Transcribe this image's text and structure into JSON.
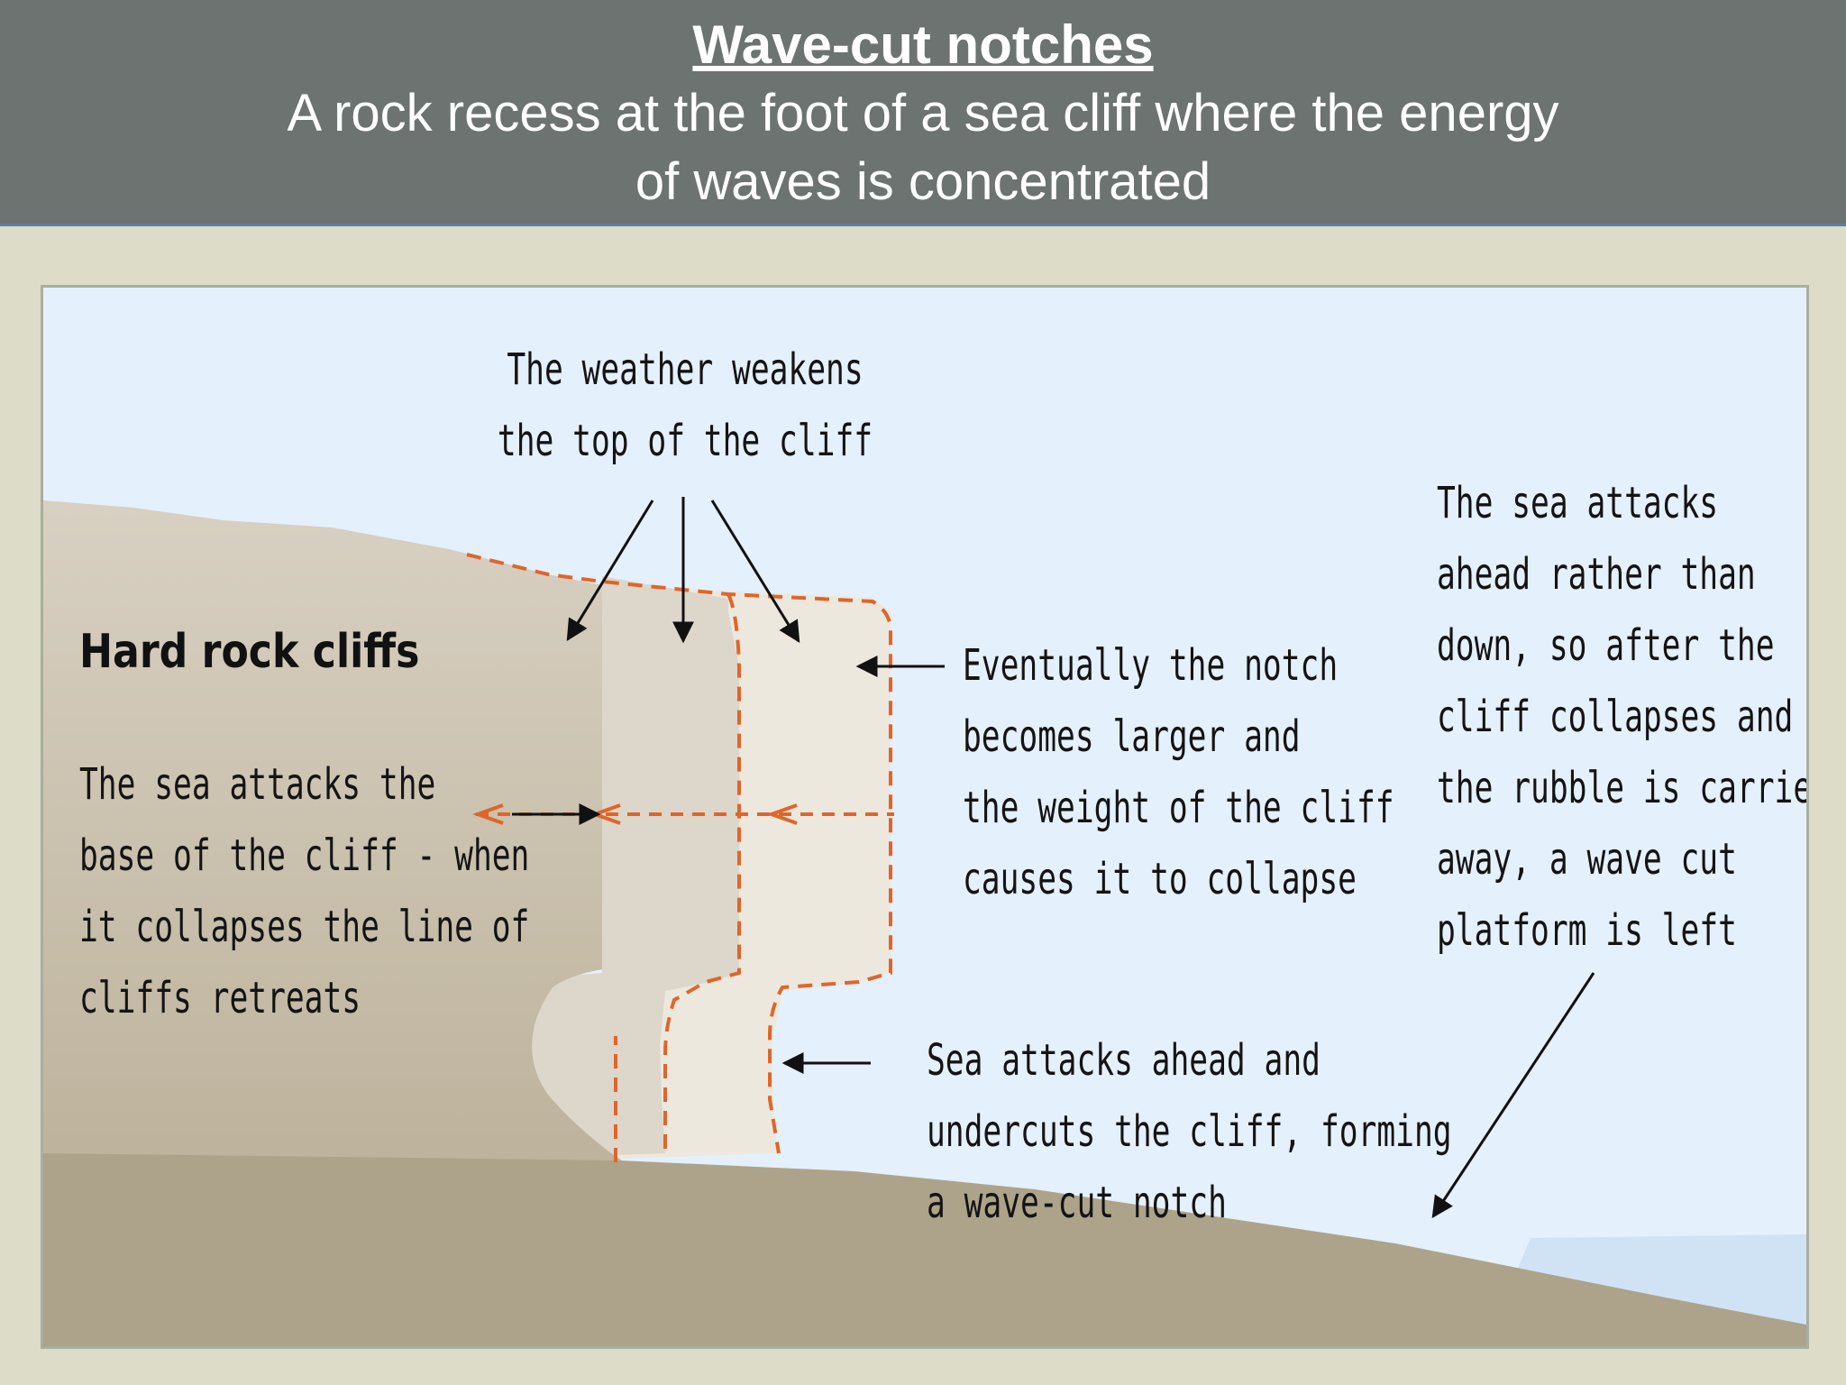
{
  "header": {
    "title": "Wave-cut notches",
    "subtitle_lines": [
      "A rock recess at the foot of a sea cliff where the energy",
      "of waves is concentrated"
    ]
  },
  "diagram": {
    "heading": "Hard rock cliffs",
    "labels": {
      "weather": [
        "The weather weakens",
        "the top of the cliff"
      ],
      "sea_attacks_base": [
        "The sea attacks the",
        "base of the cliff - when",
        "it collapses the line of",
        "cliffs retreats"
      ],
      "notch_larger": [
        "Eventually the notch",
        "becomes larger and",
        "the weight of the cliff",
        "causes it to collapse"
      ],
      "undercut": [
        "Sea attacks ahead and",
        "undercuts the cliff, forming",
        "a wave-cut notch"
      ],
      "platform": [
        "The sea attacks",
        "ahead rather than",
        "down, so after the",
        "cliff collapses and",
        "the rubble is carried",
        "away, a wave cut",
        "platform is left"
      ]
    },
    "colors": {
      "sky": "#e4f0fb",
      "ground": "#ada38a",
      "cliff_light": "#ece8de",
      "cliff_mid": "#d8d0c2",
      "sea": "#cfe3f5",
      "dashed_outline": "#e0652a",
      "arrow": "#111111"
    }
  }
}
